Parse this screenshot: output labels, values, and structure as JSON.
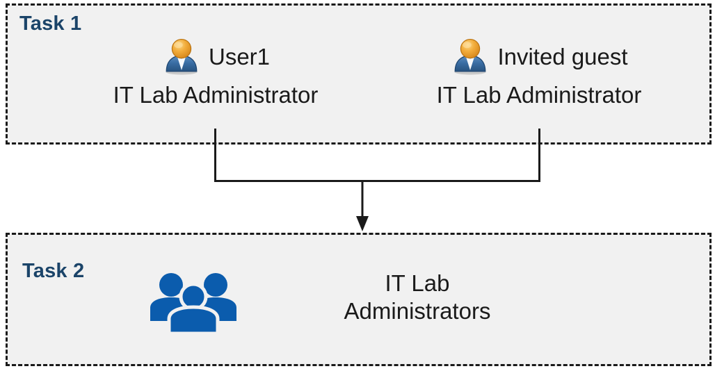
{
  "diagram": {
    "title_task1": "Task 1",
    "title_task2": "Task 2",
    "background_color": "#ffffff",
    "box_fill_color": "#f1f1f1",
    "box_border_color": "#1a1a1a",
    "label_color": "#1b4469",
    "connector_color": "#1a1a1a",
    "group_icon_color": "#0b5cad"
  },
  "task1": {
    "label": "Task 1",
    "people": [
      {
        "icon": "user-icon",
        "name": "User1",
        "role": "IT Lab Administrator"
      },
      {
        "icon": "user-icon",
        "name": "Invited guest",
        "role": "IT Lab Administrator"
      }
    ]
  },
  "task2": {
    "label": "Task 2",
    "group": {
      "icon": "group-of-people-icon",
      "name_line1": "IT Lab",
      "name_line2": "Administrators"
    }
  },
  "connector": {
    "type": "merge-arrow",
    "from": [
      "User1",
      "Invited guest"
    ],
    "to": "IT Lab Administrators",
    "arrow_direction": "down"
  }
}
